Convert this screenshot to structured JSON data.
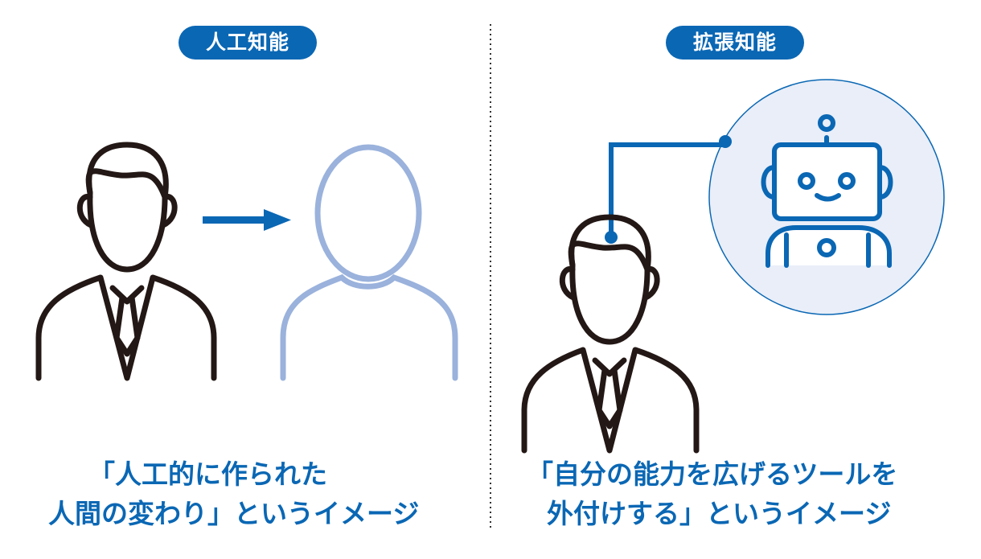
{
  "left": {
    "label": "人工知能",
    "caption_line1": "「人工的に作られた",
    "caption_line2": "人間の変わり」というイメージ"
  },
  "right": {
    "label": "拡張知能",
    "caption_line1": "「自分の能力を広げるツールを",
    "caption_line2": "外付けする」というイメージ"
  },
  "colors": {
    "accent": "#0a67b4",
    "light": "#9ab2dc",
    "circle_fill": "#e9eef8",
    "ink": "#231815"
  }
}
